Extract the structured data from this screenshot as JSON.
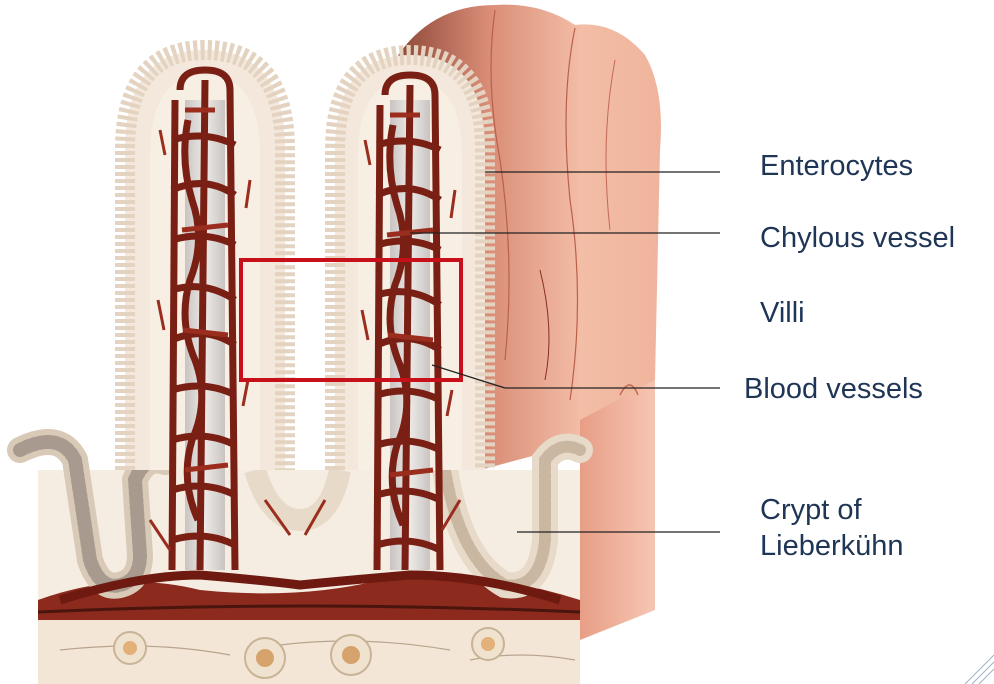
{
  "labels": {
    "enterocytes": "Enterocytes",
    "chylous_vessel": "Chylous vessel",
    "villi": "Villi",
    "blood_vessels": "Blood vessels",
    "crypt_line1": "Crypt of",
    "crypt_line2": "Lieberkühn"
  },
  "colors": {
    "label_text": "#1f3556",
    "leader_line": "#222222",
    "highlight_box": "#c8101a",
    "blood_vessel": "#7a1f14",
    "epithelium": "#efe3d2",
    "villus_surface": "#f1b8a0"
  }
}
